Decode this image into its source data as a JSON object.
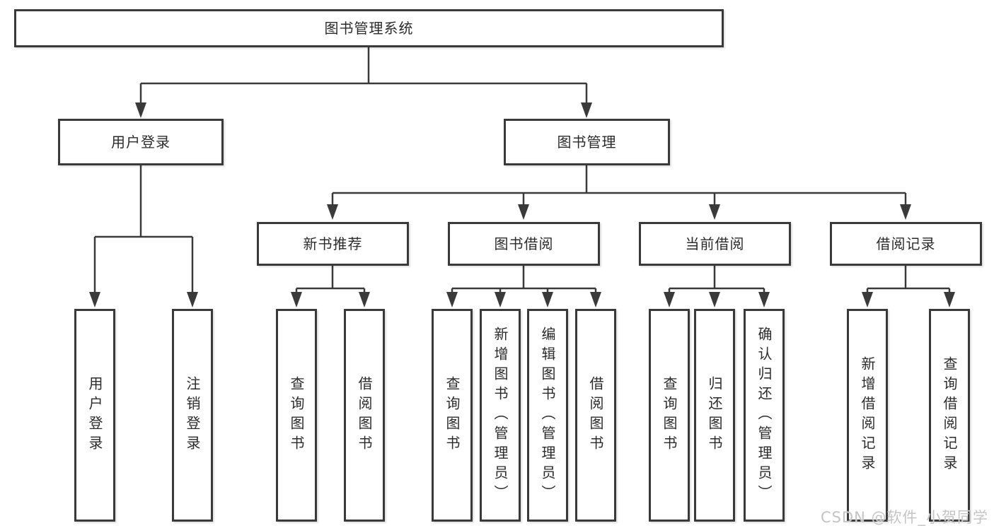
{
  "watermark": "CSDN @软件_小贺同学",
  "colors": {
    "background": "#ffffff",
    "box_border": "#3a3a3a",
    "connector": "#3a3a3a",
    "text": "#2b2b2b",
    "watermark_text": "#c4c4c4"
  },
  "tree": {
    "root": {
      "label": "图书管理系统"
    },
    "level2": [
      {
        "label": "用户登录",
        "parent": "图书管理系统"
      },
      {
        "label": "图书管理",
        "parent": "图书管理系统"
      }
    ],
    "level3": [
      {
        "label": "新书推荐",
        "parent": "图书管理"
      },
      {
        "label": "图书借阅",
        "parent": "图书管理"
      },
      {
        "label": "当前借阅",
        "parent": "图书管理"
      },
      {
        "label": "借阅记录",
        "parent": "图书管理"
      }
    ],
    "leaves": [
      {
        "label": "用户登录",
        "parent": "用户登录"
      },
      {
        "label": "注销登录",
        "parent": "用户登录"
      },
      {
        "label": "查询图书",
        "parent": "新书推荐"
      },
      {
        "label": "借阅图书",
        "parent": "新书推荐"
      },
      {
        "label": "查询图书",
        "parent": "图书借阅"
      },
      {
        "label": "新增图书（管理员）",
        "parent": "图书借阅"
      },
      {
        "label": "编辑图书（管理员）",
        "parent": "图书借阅"
      },
      {
        "label": "借阅图书",
        "parent": "图书借阅"
      },
      {
        "label": "查询图书",
        "parent": "当前借阅"
      },
      {
        "label": "归还图书",
        "parent": "当前借阅"
      },
      {
        "label": "确认归还（管理员）",
        "parent": "当前借阅"
      },
      {
        "label": "新增借阅记录",
        "parent": "借阅记录"
      },
      {
        "label": "查询借阅记录",
        "parent": "借阅记录"
      }
    ]
  }
}
